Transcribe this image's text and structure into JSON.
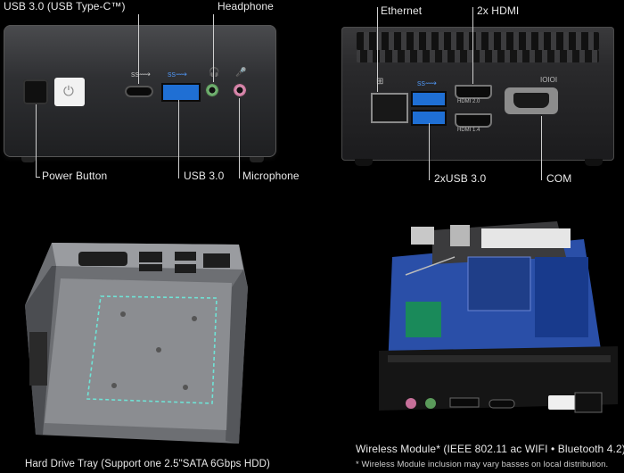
{
  "labels": {
    "usb30_typec": "USB 3.0 (USB Type-C™)",
    "headphone": "Headphone",
    "power_button": "Power Button",
    "usb30": "USB 3.0",
    "microphone": "Microphone",
    "ethernet": "Ethernet",
    "hdmi": "2x HDMI",
    "usb30_2x": "2xUSB 3.0",
    "com": "COM",
    "hdd_tray": "Hard Drive Tray (Support one 2.5\"SATA 6Gbps HDD)",
    "wireless": "Wireless Module*  (IEEE 802.11 ac WIFI • Bluetooth 4.2)",
    "wireless_note": "* Wireless Module inclusion may vary basses on local  distribution."
  },
  "port_marks": {
    "hdmi_top": "HDMI 2.0",
    "hdmi_bottom": "HDMI 1.4",
    "com_mark": "IOIOI"
  },
  "colors": {
    "usb_blue": "#1f6fd4",
    "jack_green": "#7fbf7f",
    "jack_pink": "#e39ab8",
    "board_blue": "#2a4fa8"
  }
}
